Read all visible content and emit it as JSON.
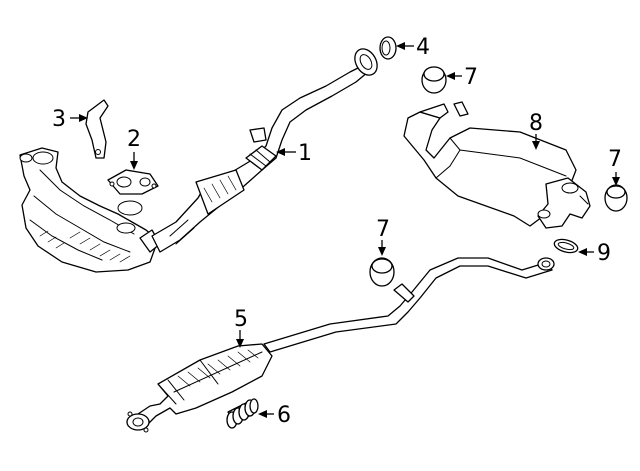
{
  "callouts": [
    {
      "id": "1",
      "label": "1",
      "part": "front-exhaust-pipe"
    },
    {
      "id": "2",
      "label": "2",
      "part": "manifold-gasket"
    },
    {
      "id": "3",
      "label": "3",
      "part": "heat-shield-bracket"
    },
    {
      "id": "4",
      "label": "4",
      "part": "flange-gasket"
    },
    {
      "id": "5",
      "label": "5",
      "part": "catalytic-converter-pipe"
    },
    {
      "id": "6",
      "label": "6",
      "part": "flex-coupling"
    },
    {
      "id": "7a",
      "label": "7",
      "part": "rubber-hanger"
    },
    {
      "id": "7b",
      "label": "7",
      "part": "rubber-hanger"
    },
    {
      "id": "7c",
      "label": "7",
      "part": "rubber-hanger"
    },
    {
      "id": "8",
      "label": "8",
      "part": "muffler"
    },
    {
      "id": "9",
      "label": "9",
      "part": "tailpipe-gasket"
    }
  ],
  "colors": {
    "line": "#000000",
    "background": "#ffffff"
  }
}
